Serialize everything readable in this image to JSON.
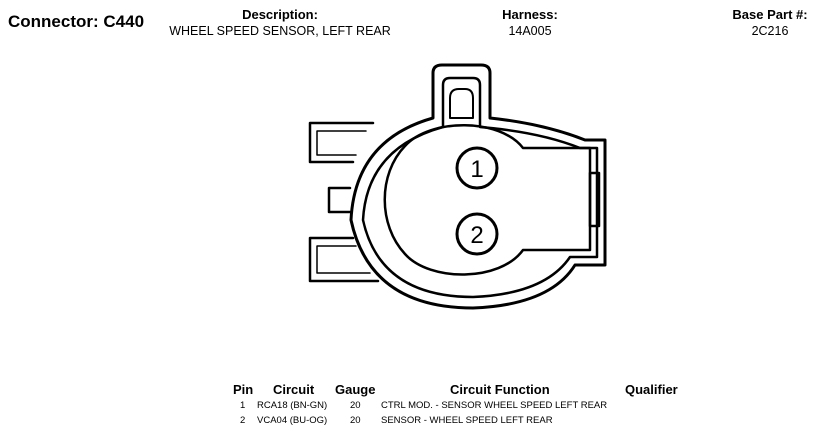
{
  "connector": {
    "label": "Connector:",
    "id": "C440"
  },
  "description": {
    "label": "Description:",
    "value": "WHEEL SPEED SENSOR, LEFT REAR"
  },
  "harness": {
    "label": "Harness:",
    "value": "14A005"
  },
  "base_part": {
    "label": "Base Part #:",
    "value": "2C216"
  },
  "diagram": {
    "pins": [
      "1",
      "2"
    ]
  },
  "table": {
    "headers": {
      "pin": "Pin",
      "circuit": "Circuit",
      "gauge": "Gauge",
      "function": "Circuit Function",
      "qualifier": "Qualifier"
    },
    "rows": [
      {
        "pin": "1",
        "circuit": "RCA18 (BN-GN)",
        "gauge": "20",
        "function": "CTRL MOD. - SENSOR WHEEL SPEED LEFT REAR",
        "qualifier": ""
      },
      {
        "pin": "2",
        "circuit": "VCA04 (BU-OG)",
        "gauge": "20",
        "function": "SENSOR - WHEEL SPEED LEFT REAR",
        "qualifier": ""
      }
    ]
  }
}
